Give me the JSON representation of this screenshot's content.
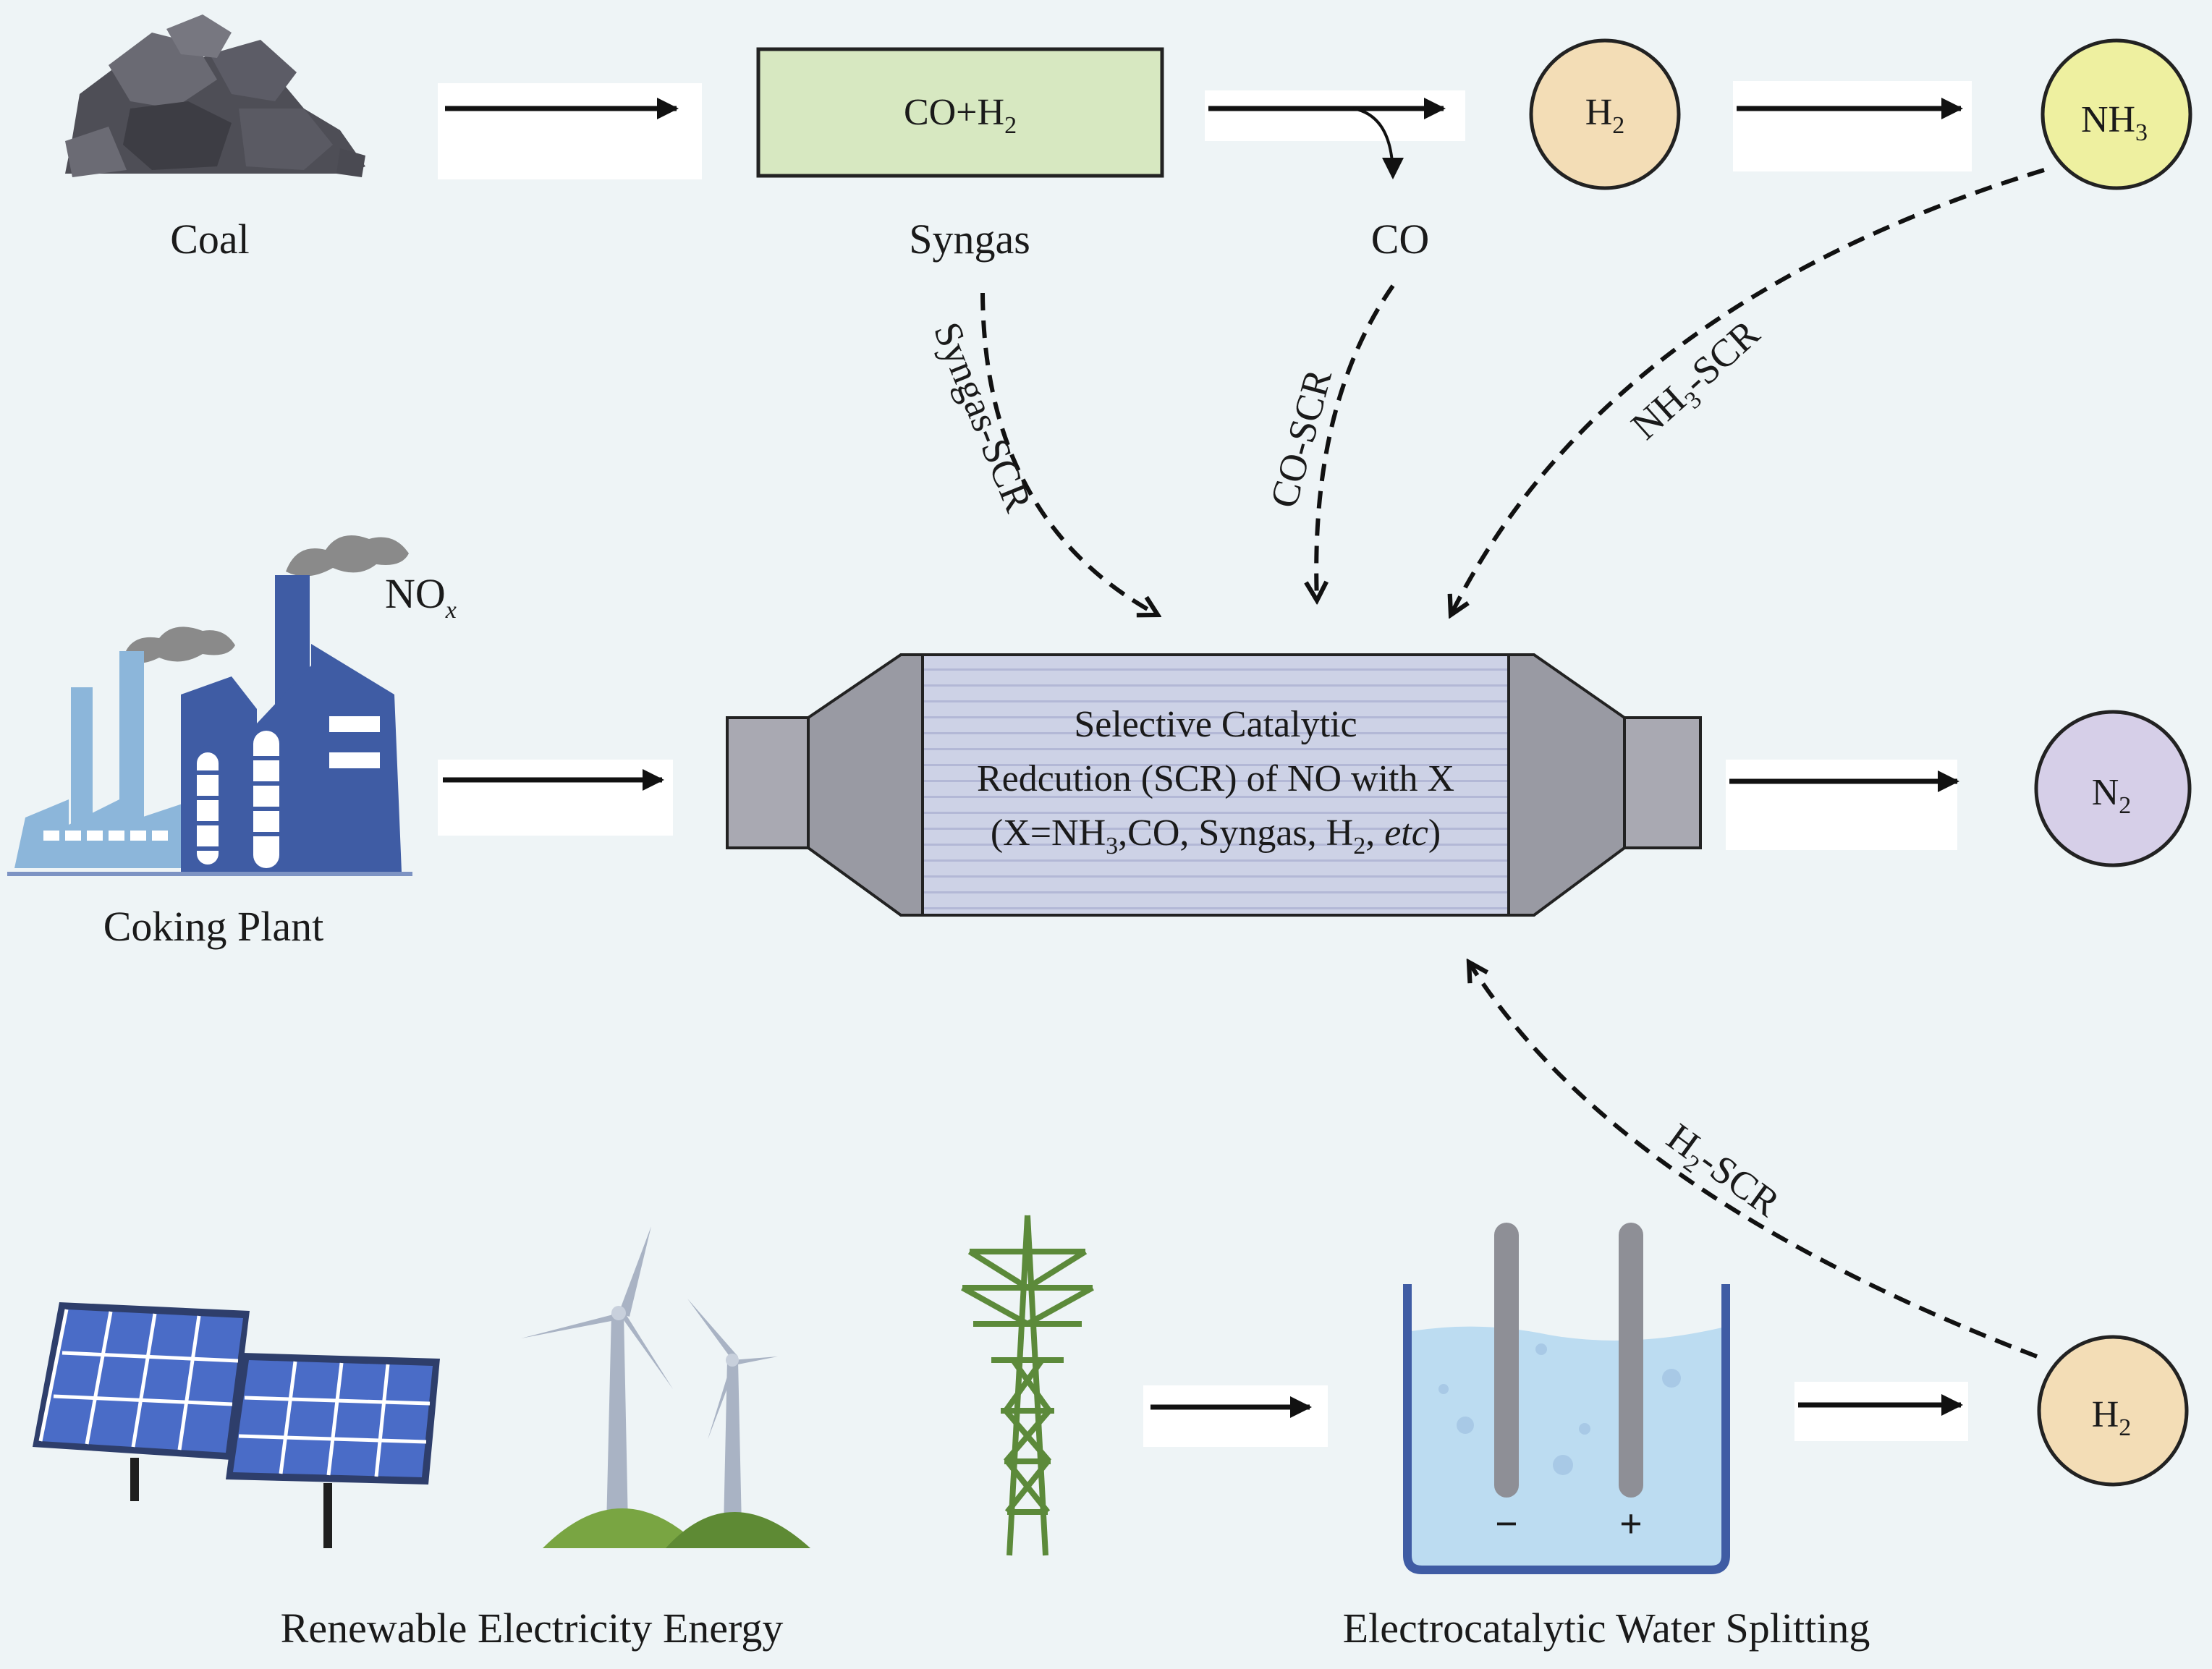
{
  "colors": {
    "background": "#eef4f6",
    "syngas_box": "#d7e8c1",
    "h2_node": "#f3ddb6",
    "nh3_node": "#eef0a0",
    "n2_node": "#d6cfe8",
    "factory": "#3f5ca4",
    "reactor": "#a9a9b2",
    "reactor_core": "#cfd3e6",
    "solar": "#3f5ca4",
    "tower": "#5c8a3a",
    "water": "#bcdcf1"
  },
  "icons": [
    "coal-icon",
    "factory-icon",
    "solar-panel-icon",
    "wind-turbine-icon",
    "power-tower-icon",
    "electrolysis-cell-icon",
    "scr-reactor-icon"
  ],
  "labels": {
    "coal": "Coal",
    "syngas": "Syngas",
    "co": "CO",
    "coking_plant": "Coking Plant",
    "renewable": "Renewable Electricity Energy",
    "electrocatalytic": "Electrocatalytic Water Splitting",
    "minus": "−",
    "plus": "+"
  },
  "nodes": {
    "syngas_box": {
      "main": "CO+H",
      "sub": "2"
    },
    "h2_top": {
      "main": "H",
      "sub": "2"
    },
    "nh3": {
      "main": "NH",
      "sub": "3"
    },
    "n2": {
      "main": "N",
      "sub": "2"
    },
    "h2_bottom": {
      "main": "H",
      "sub": "2"
    },
    "nox": {
      "main": "NO",
      "sub": "x"
    }
  },
  "reactor": {
    "line1": "Selective Catalytic",
    "line2": "Redcution (SCR) of NO with X",
    "line3_a": "(X=NH",
    "line3_a_sub": "3",
    "line3_b": ",CO, Syngas, H",
    "line3_b_sub": "2",
    "line3_c": ", ",
    "line3_c_it": "etc",
    "line3_d": ")"
  },
  "scr_paths": {
    "syngas": "Syngas-SCR",
    "co": "CO-SCR",
    "nh3_a": "NH",
    "nh3_sub": "3",
    "nh3_b": "-SCR",
    "h2_a": "H",
    "h2_sub": "2",
    "h2_b": "-SCR"
  }
}
